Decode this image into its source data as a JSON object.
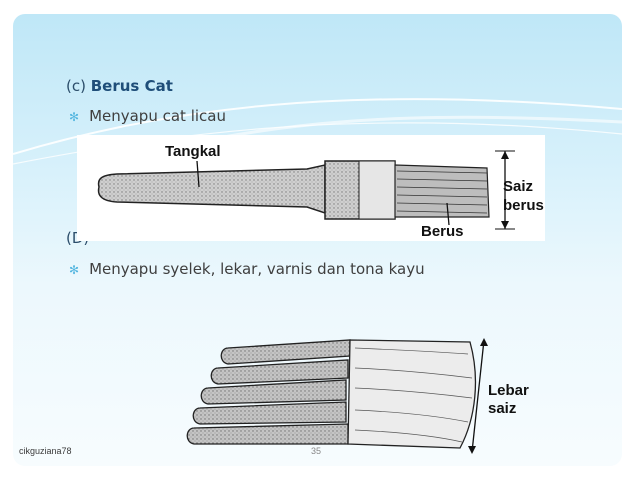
{
  "heading": {
    "prefix": "(c)",
    "title": "Berus Cat"
  },
  "bullet1": {
    "text": "Menyapu cat licau"
  },
  "figure1": {
    "tangkal_label": "Tangkal",
    "saiz_label_1": "Saiz",
    "saiz_label_2": "berus",
    "berus_label": "Berus"
  },
  "section_d": {
    "label": "(D)"
  },
  "bullet2": {
    "text": "Menyapu syelek, lekar, varnis dan tona kayu"
  },
  "figure2": {
    "lebar_label_1": "Lebar",
    "lebar_label_2": "saiz"
  },
  "footer": {
    "author": "cikguziana78",
    "page_number": "35"
  },
  "colors": {
    "accent": "#55b7e0",
    "heading": "#1f4e79"
  }
}
